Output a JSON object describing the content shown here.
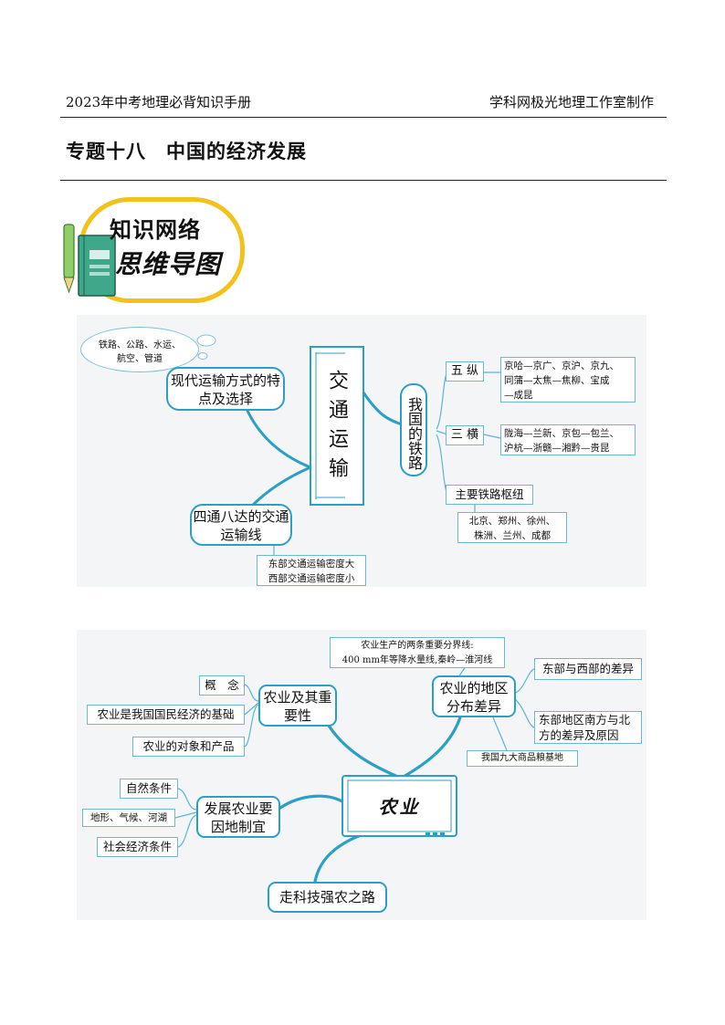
{
  "header": {
    "left": "2023年中考地理必背知识手册",
    "right": "学科网极光地理工作室制作"
  },
  "title": "专题十八　中国的经济发展",
  "badge": {
    "line1": "知识网络",
    "line2": "思维导图"
  },
  "transport_map": {
    "center": "交通运输",
    "cloud": [
      "铁路、公路、水运、",
      "航空、管道"
    ],
    "modern": "现代运输方式的特点及选择",
    "network": "四通八达的交通运输线",
    "density": [
      "东部交通运输密度大",
      "西部交通运输密度小"
    ],
    "railway": "我国的铁路",
    "wuzong": "五 纵",
    "wuzong_lines": [
      "京哈—京广、京沪、京九、",
      "同蒲—太焦—焦柳、宝成",
      "—成昆"
    ],
    "sanheng": "三 横",
    "sanheng_lines": [
      "陇海—兰新、京包—包兰、",
      "沪杭—浙赣—湘黔—贵昆"
    ],
    "hub": "主要铁路枢纽",
    "hub_lines": [
      "北京、郑州、徐州、",
      "株洲、兰州、成都"
    ]
  },
  "agri_map": {
    "center": "农业",
    "boundary": [
      "农业生产的两条重要分界线:",
      "400 mm年等降水量线,秦岭—淮河线"
    ],
    "importance": "农业及其重要性",
    "concept": "概　念",
    "basis": "农业是我国国民经济的基础",
    "objects": "农业的对象和产品",
    "distribution": "农业的地区分布差异",
    "east_west": "东部与西部的差异",
    "north_south": "东部地区南方与北方的差异及原因",
    "grain_bases": "我国九大商品粮基地",
    "local": "发展农业要因地制宜",
    "natural": "自然条件",
    "natural_detail": "地形、气候、河湖",
    "social": "社会经济条件",
    "tech": "走科技强农之路"
  }
}
